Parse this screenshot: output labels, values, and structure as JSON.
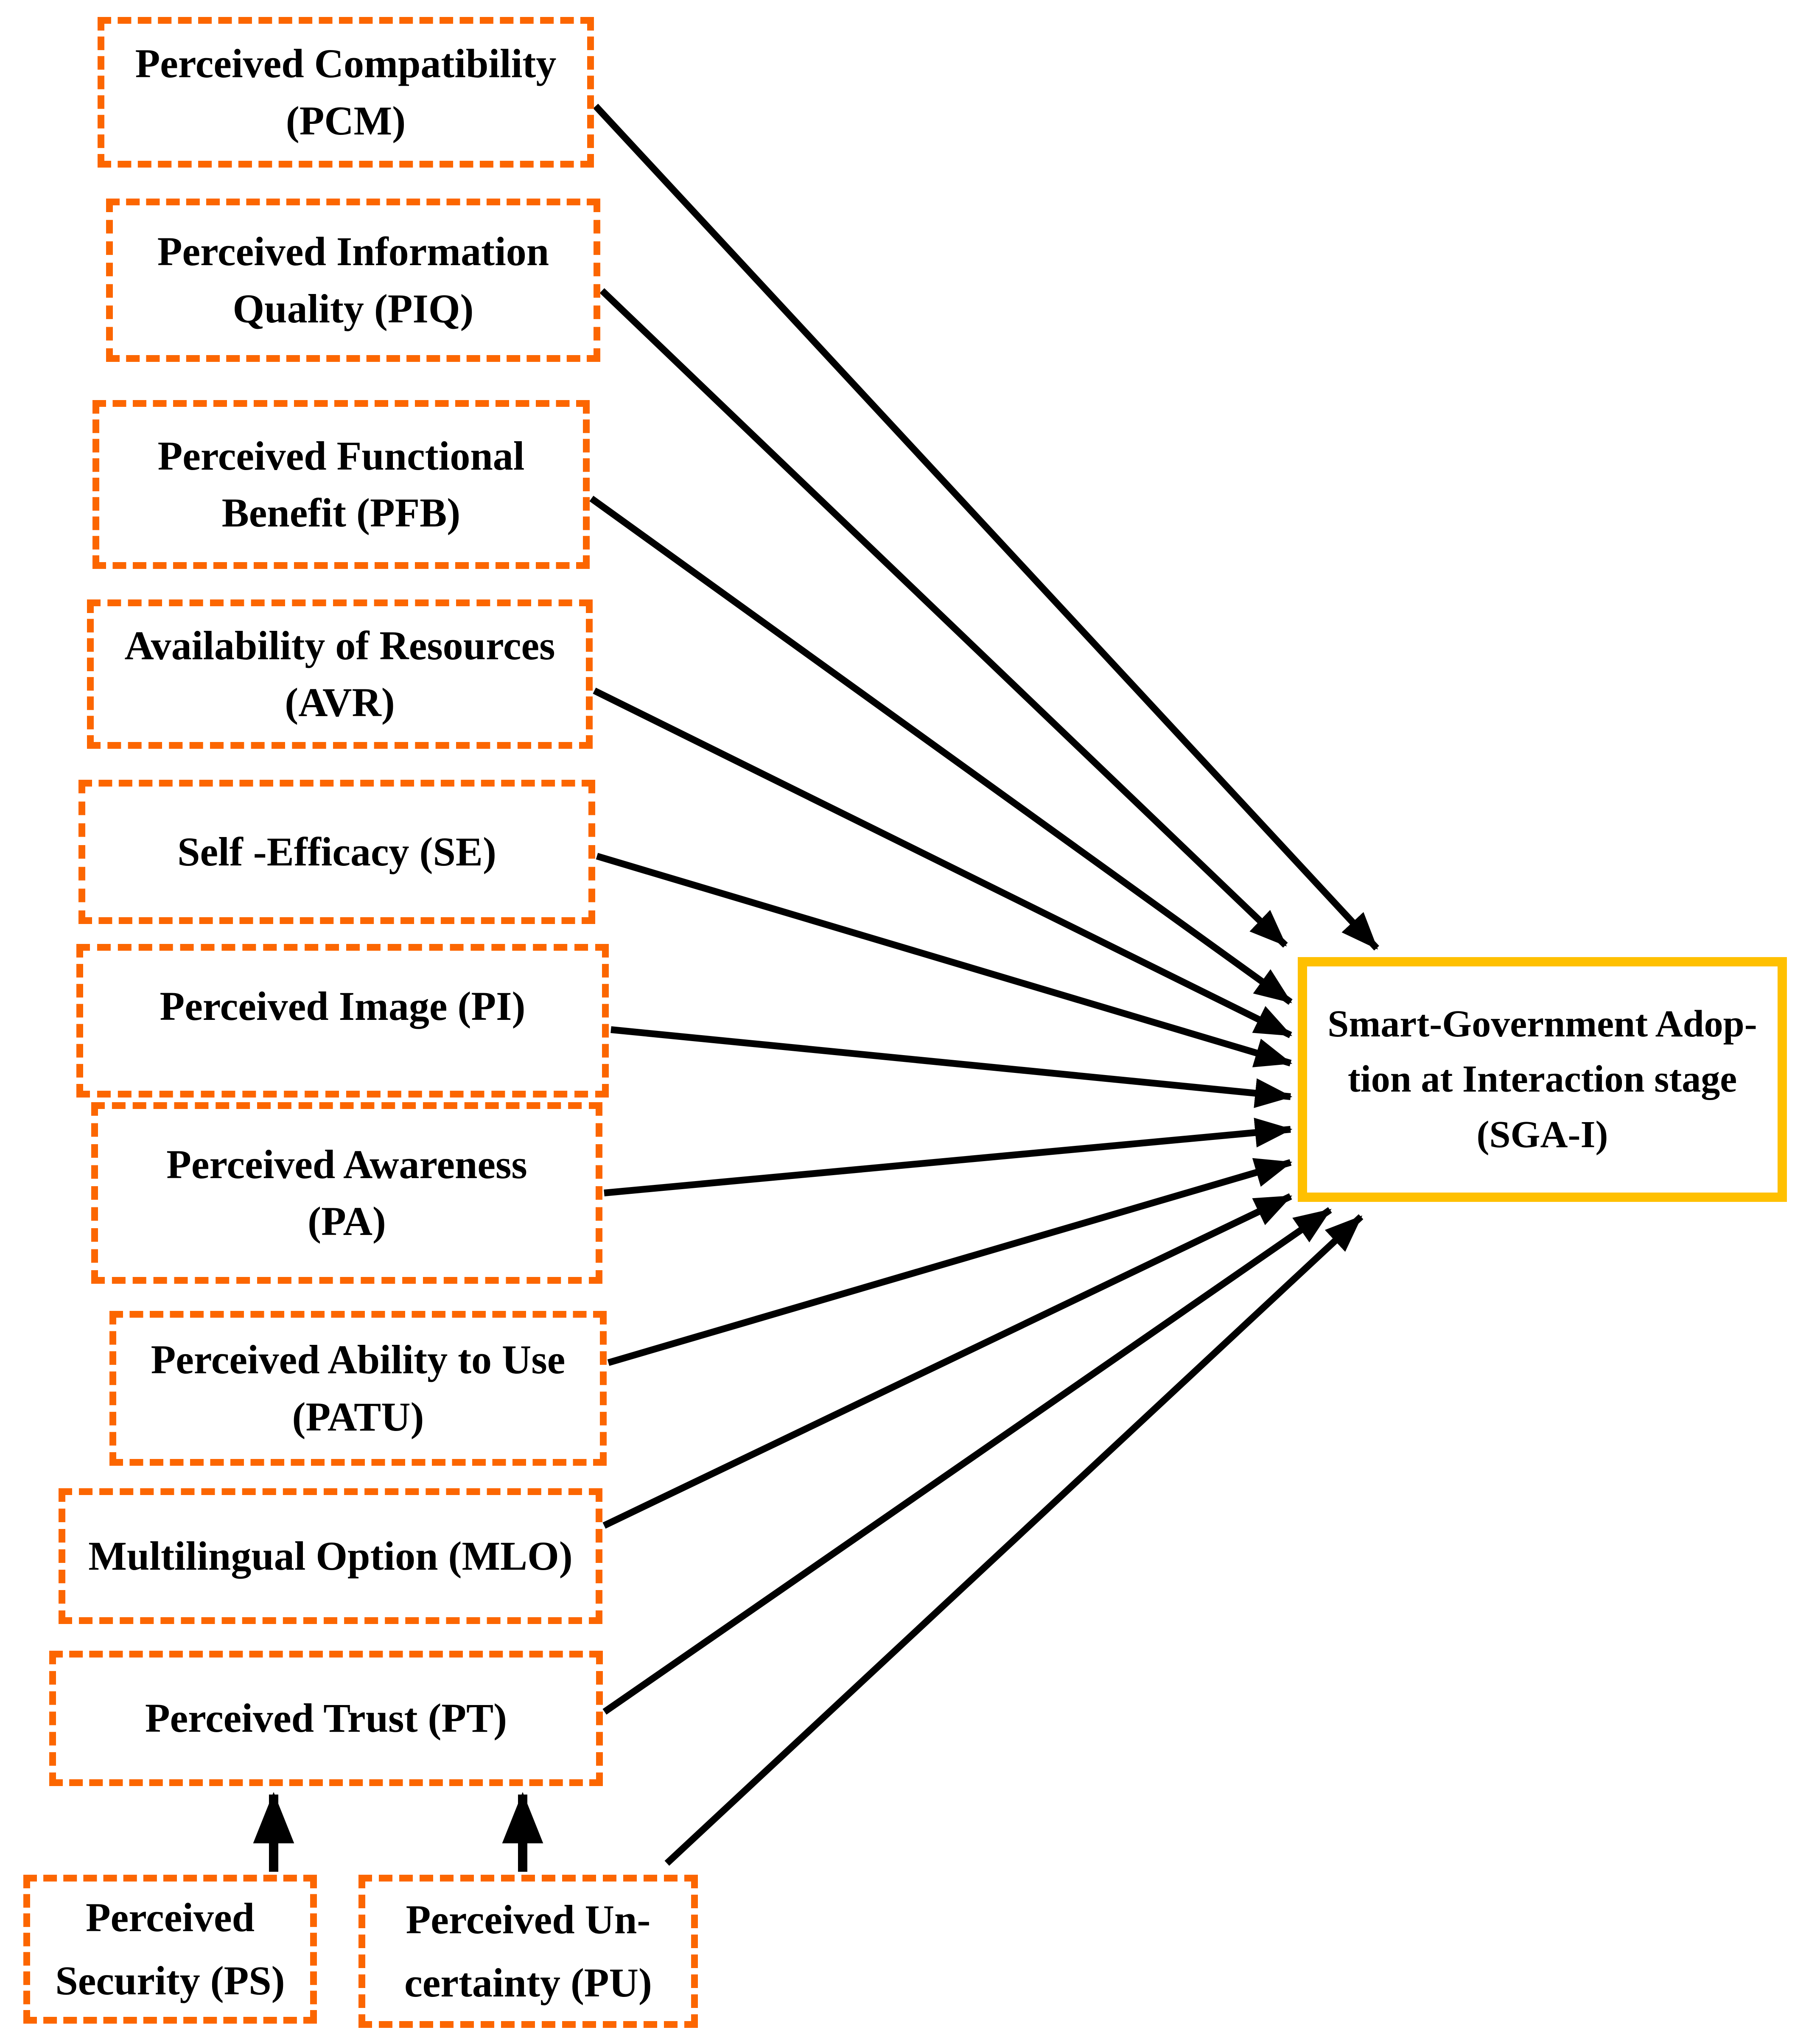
{
  "figure": {
    "type": "research-model-diagram",
    "description_visible": false
  },
  "colors": {
    "construct_border": "#FC6600",
    "outcome_border": "#FFC000",
    "arrow": "#000000",
    "text": "#000000",
    "background": "#FFFFFF"
  },
  "boxes": [
    {
      "id": "PCM",
      "lines": [
        "Perceived Compatibility",
        "(PCM)"
      ]
    },
    {
      "id": "PIQ",
      "lines": [
        "Perceived Information",
        "Quality (PIQ)"
      ]
    },
    {
      "id": "PFB",
      "lines": [
        "Perceived Functional",
        "Benefit (PFB)"
      ]
    },
    {
      "id": "AVR",
      "lines": [
        "Availability of Resources",
        "(AVR)"
      ]
    },
    {
      "id": "SE",
      "lines": [
        "Self -Efficacy (SE)"
      ]
    },
    {
      "id": "PI",
      "lines": [
        "Perceived Image (PI)"
      ]
    },
    {
      "id": "PA",
      "lines": [
        "Perceived Awareness",
        "(PA)"
      ]
    },
    {
      "id": "PATU",
      "lines": [
        "Perceived Ability to Use",
        "(PATU)"
      ]
    },
    {
      "id": "MLO",
      "lines": [
        "Multilingual Option (MLO)"
      ]
    },
    {
      "id": "PT",
      "lines": [
        "Perceived Trust (PT)"
      ]
    },
    {
      "id": "PS",
      "lines": [
        "Perceived",
        "Security (PS)"
      ]
    },
    {
      "id": "PU",
      "lines": [
        "Perceived Un-",
        "certainty (PU)"
      ]
    },
    {
      "id": "SGA-I",
      "lines": [
        "Smart-Government Adop-",
        "tion at Interaction stage",
        "(SGA-I)"
      ]
    }
  ],
  "relations": [
    {
      "from": "PCM",
      "to": "SGA-I"
    },
    {
      "from": "PIQ",
      "to": "SGA-I"
    },
    {
      "from": "PFB",
      "to": "SGA-I"
    },
    {
      "from": "AVR",
      "to": "SGA-I"
    },
    {
      "from": "SE",
      "to": "SGA-I"
    },
    {
      "from": "PI",
      "to": "SGA-I"
    },
    {
      "from": "PA",
      "to": "SGA-I"
    },
    {
      "from": "PATU",
      "to": "SGA-I"
    },
    {
      "from": "MLO",
      "to": "SGA-I"
    },
    {
      "from": "PT",
      "to": "SGA-I"
    },
    {
      "from": "PU",
      "to": "SGA-I"
    },
    {
      "from": "PS",
      "to": "PT"
    },
    {
      "from": "PU",
      "to": "PT"
    }
  ]
}
